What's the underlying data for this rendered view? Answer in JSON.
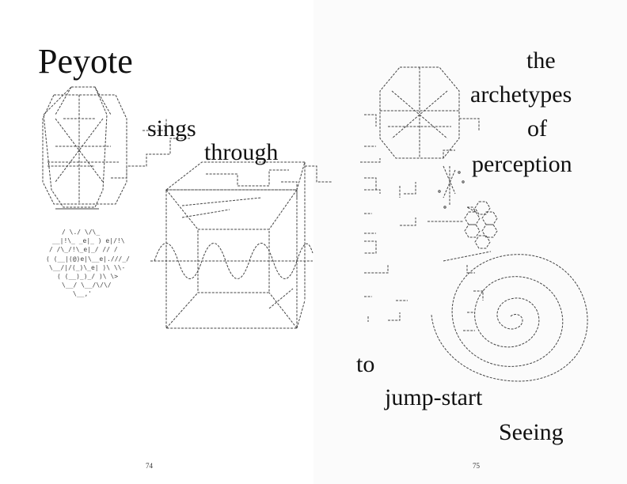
{
  "left_page": {
    "title": "Peyote",
    "words": [
      "sings",
      "through"
    ],
    "page_number": "74"
  },
  "right_page": {
    "words": [
      "the",
      "archetypes",
      "of",
      "perception",
      "to",
      "jump-start",
      "Seeing"
    ],
    "page_number": "75"
  },
  "ascii_fragments": {
    "flower_row1": "/ \\./ \\/\\_",
    "flower_row2": "__|!\\_ _e|_ ) e|/!\\",
    "flower_row3": "/ /\\_/!\\_e|_/ // /",
    "flower_row4": "( (__|(@)e|\\__e|.///_/",
    "flower_row5": "\\__/|/(_)\\_e| )\\ \\\\-",
    "flower_row6": "( (__)_)_/ )\\ \\>",
    "flower_row7": "\\__/ \\__/\\/\\/",
    "flower_row8": "\\__,'"
  }
}
